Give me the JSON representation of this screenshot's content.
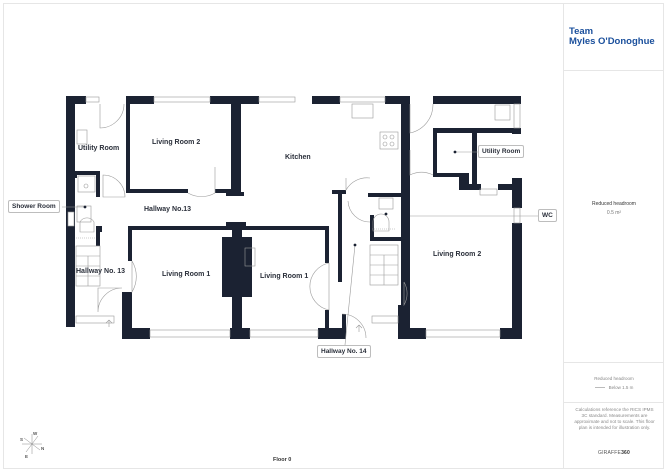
{
  "brand": {
    "line1": "Team",
    "line2": "Myles O'Donoghue",
    "color": "#1a4f9c"
  },
  "legend": {
    "reduced_headroom_title": "Reduced headroom",
    "reduced_headroom_area": "0.5 m²",
    "headroom_key_title": "Reduced headroom",
    "headroom_key_label": "Below 1.5 m"
  },
  "disclaimer": "Calculations reference the RICS IPMS 3C standard. Measurements are approximate and not to scale. This floor plan is intended for illustration only.",
  "logo": {
    "part1": "GIRAFFE",
    "part2": "360"
  },
  "floor_label": "Floor 0",
  "compass": {
    "n": "N",
    "s": "S",
    "e": "E",
    "w": "W"
  },
  "rooms": {
    "utility_room_left": "Utility Room",
    "living_room_2_left": "Living Room 2",
    "kitchen": "Kitchen",
    "hallway_no13_top": "Hallway No.13",
    "hallway_no13_left": "Hallway No. 13",
    "living_room_1_left": "Living Room 1",
    "living_room_1_right": "Living Room 1",
    "living_room_2_right": "Living Room 2"
  },
  "tags": {
    "shower_room": "Shower Room",
    "utility_room_right": "Utility Room",
    "wc": "WC",
    "hallway_no14": "Hallway No. 14"
  },
  "colors": {
    "wall": "#1b2232",
    "frame": "#e6e6e6"
  }
}
